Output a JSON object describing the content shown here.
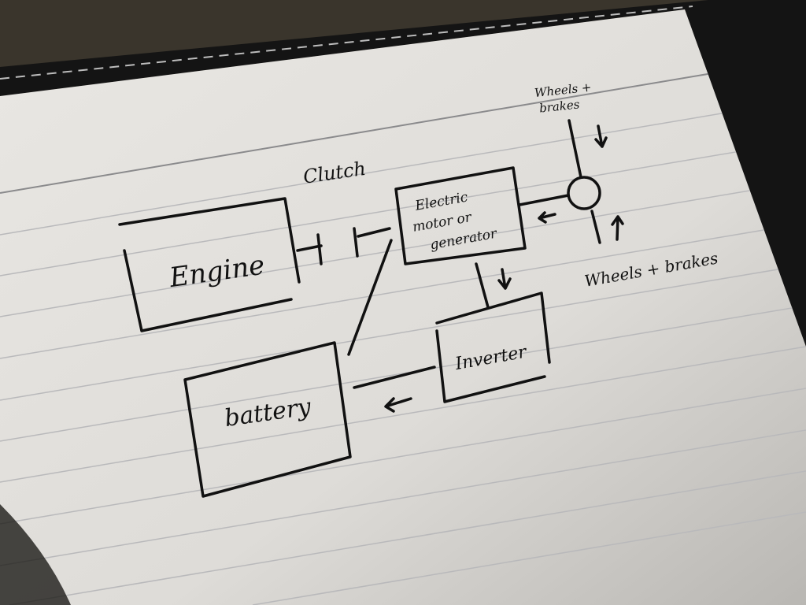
{
  "diagram": {
    "clutch_label": "Clutch",
    "engine_label": "Engine",
    "motor_label_lines": [
      "Electric",
      "motor or",
      "generator"
    ],
    "inverter_label": "Inverter",
    "battery_label": "battery",
    "wheels_top_lines": [
      "Wheels +",
      "brakes"
    ],
    "wheels_right_label": "Wheels + brakes"
  },
  "colors": {
    "ink": "#111111",
    "paper": "#e6e4e0",
    "rule": "#b9b9bb",
    "binder": "#141414"
  }
}
